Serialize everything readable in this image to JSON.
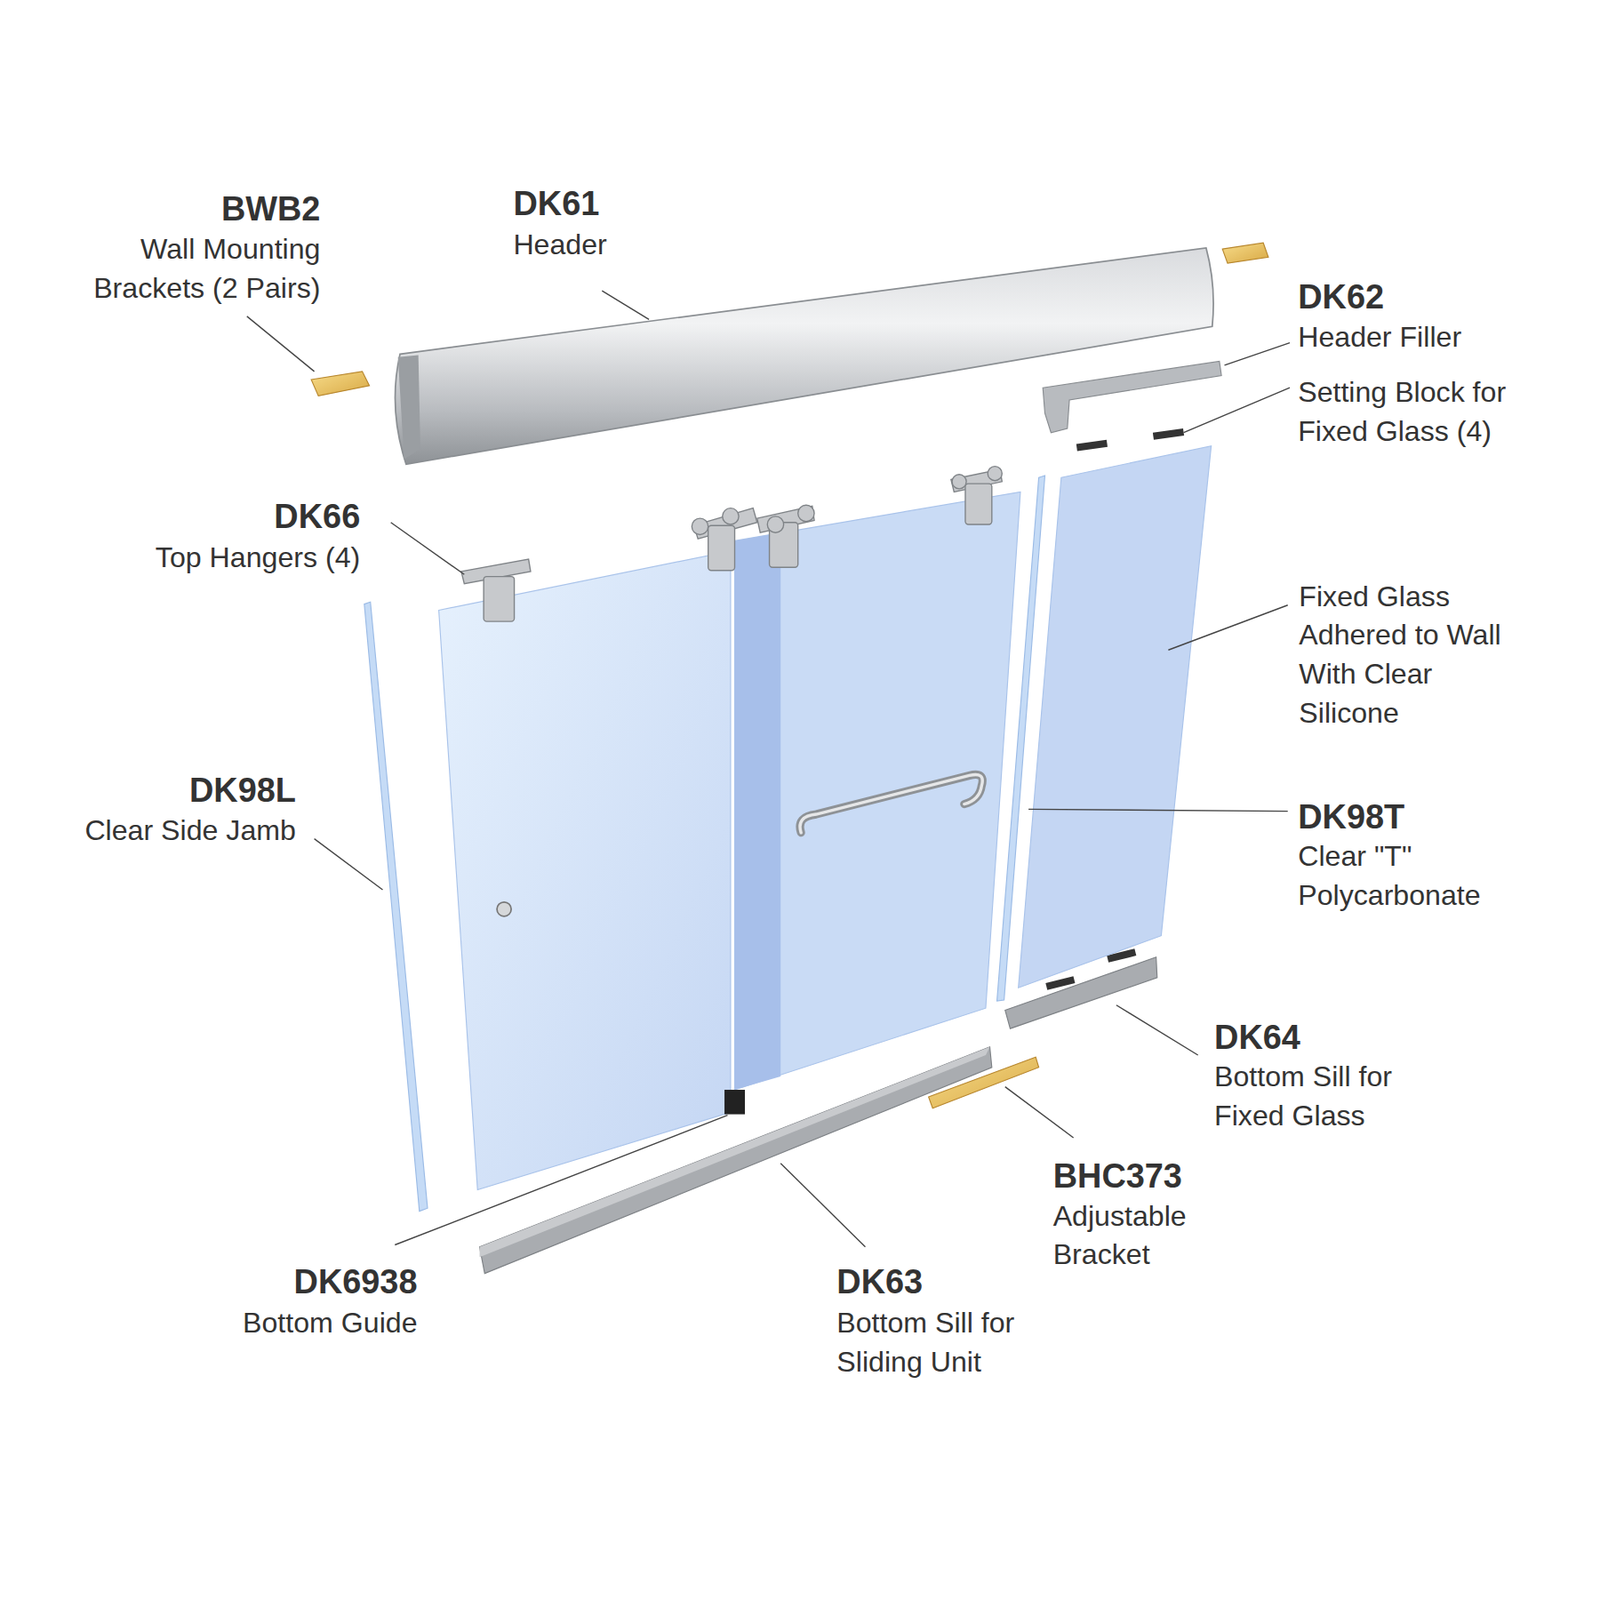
{
  "diagram": {
    "labels": [
      "BWB2",
      "Wall Mounting Brackets (2 Pairs)",
      "DK61",
      "Header",
      "DK62",
      "Header Filler",
      "Setting Block for Fixed Glass (4)",
      "DK66",
      "Top Hangers (4)",
      "Fixed Glass Adhered to Wall With Clear Silicone",
      "DK98L",
      "Clear Side Jamb",
      "DK98T",
      "Clear \"T\" Polycarbonate",
      "DK64",
      "Bottom Sill for Fixed Glass",
      "BHC373",
      "Adjustable Bracket",
      "DK6938",
      "Bottom Guide",
      "DK63",
      "Bottom Sill for Sliding Unit"
    ]
  }
}
